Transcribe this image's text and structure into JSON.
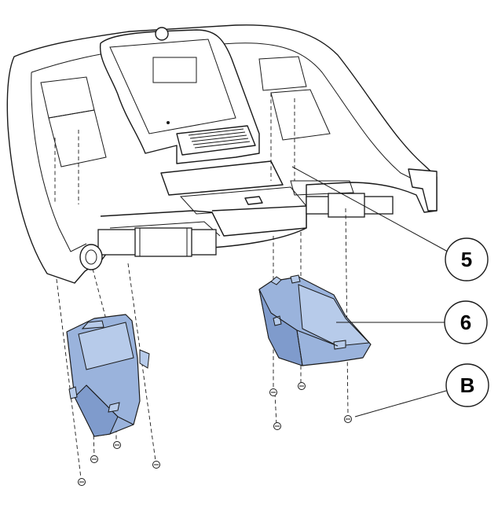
{
  "callouts": [
    {
      "label": "5",
      "part": "console-frame"
    },
    {
      "label": "6",
      "part": "side-cover"
    },
    {
      "label": "B",
      "part": "screw"
    }
  ],
  "colors": {
    "cover_fill": "#9ab3dc",
    "line": "#1a1a1a",
    "background": "#ffffff"
  }
}
